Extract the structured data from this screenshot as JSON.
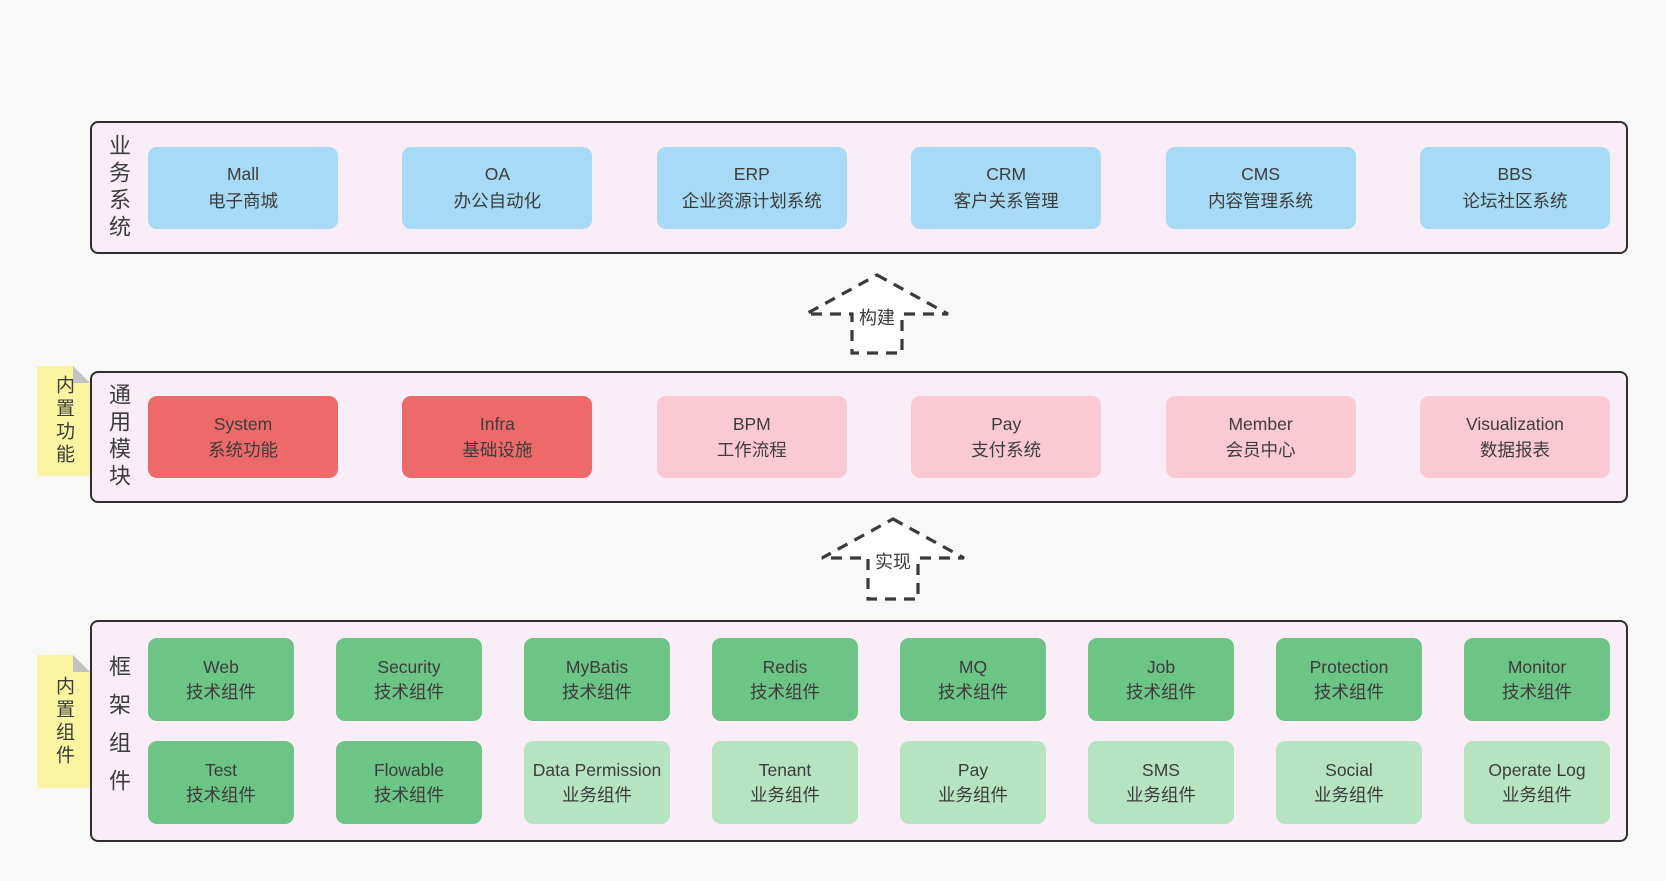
{
  "palette": {
    "page_bg": "#f8f8f8",
    "band_bg": "#f9eef7",
    "band_border": "#2f2f2f",
    "blue": "#a7daf4",
    "red": "#ee6a6a",
    "pink": "#facad4",
    "green": "#6cc584",
    "light_green": "#b7e4c0",
    "sticky_yellow": "#f9f5a0",
    "text": "#3c3c3c"
  },
  "arrows": {
    "build": "构建",
    "implement": "实现"
  },
  "bands": {
    "business": {
      "label": "业务系统",
      "boxes": [
        {
          "name": "Mall",
          "desc": "电子商城"
        },
        {
          "name": "OA",
          "desc": "办公自动化"
        },
        {
          "name": "ERP",
          "desc": "企业资源计划系统"
        },
        {
          "name": "CRM",
          "desc": "客户关系管理"
        },
        {
          "name": "CMS",
          "desc": "内容管理系统"
        },
        {
          "name": "BBS",
          "desc": "论坛社区系统"
        }
      ]
    },
    "modules": {
      "label": "通用模块",
      "sticky": "内置功能",
      "boxes": [
        {
          "name": "System",
          "desc": "系统功能"
        },
        {
          "name": "Infra",
          "desc": "基础设施"
        },
        {
          "name": "BPM",
          "desc": "工作流程"
        },
        {
          "name": "Pay",
          "desc": "支付系统"
        },
        {
          "name": "Member",
          "desc": "会员中心"
        },
        {
          "name": "Visualization",
          "desc": "数据报表"
        }
      ]
    },
    "framework": {
      "label": "框架组件",
      "sticky": "内置组件",
      "row1": [
        {
          "name": "Web",
          "desc": "技术组件"
        },
        {
          "name": "Security",
          "desc": "技术组件"
        },
        {
          "name": "MyBatis",
          "desc": "技术组件"
        },
        {
          "name": "Redis",
          "desc": "技术组件"
        },
        {
          "name": "MQ",
          "desc": "技术组件"
        },
        {
          "name": "Job",
          "desc": "技术组件"
        },
        {
          "name": "Protection",
          "desc": "技术组件"
        },
        {
          "name": "Monitor",
          "desc": "技术组件"
        }
      ],
      "row2": [
        {
          "name": "Test",
          "desc": "技术组件"
        },
        {
          "name": "Flowable",
          "desc": "技术组件"
        },
        {
          "name": "Data Permission",
          "desc": "业务组件"
        },
        {
          "name": "Tenant",
          "desc": "业务组件"
        },
        {
          "name": "Pay",
          "desc": "业务组件"
        },
        {
          "name": "SMS",
          "desc": "业务组件"
        },
        {
          "name": "Social",
          "desc": "业务组件"
        },
        {
          "name": "Operate Log",
          "desc": "业务组件"
        }
      ]
    }
  }
}
